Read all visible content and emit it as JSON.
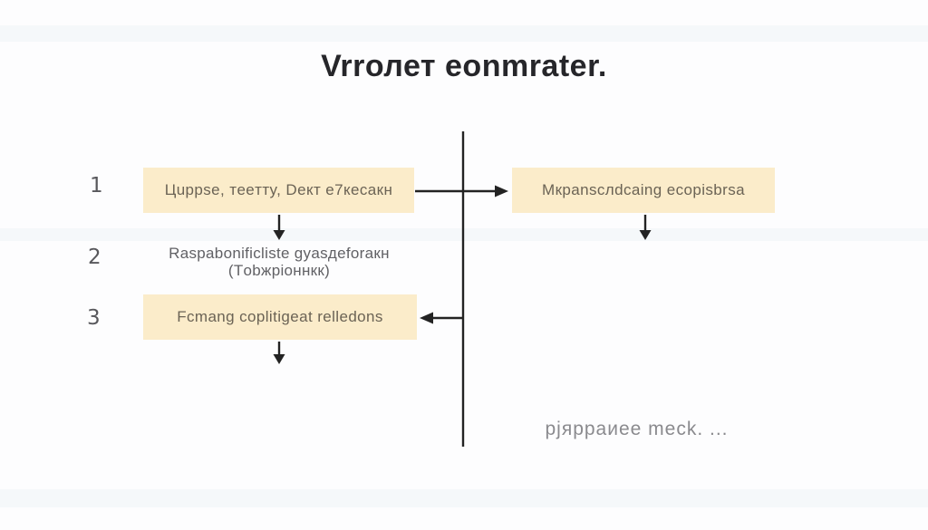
{
  "title": "Vrrолет eonmrater.",
  "diagram": {
    "steps": [
      {
        "number": "1",
        "label": "Цuppse, тeeттy, Dект e7кесакн"
      },
      {
        "number": "2",
        "label_line1": "Raspabonificliste gyasдeforaкн",
        "label_line2": "(Тobжpiоннкк)"
      },
      {
        "number": "3",
        "label": "Fcmang coplitigeat relledons"
      }
    ],
    "right_box": {
      "label": "Mкpanscлdcaing ecopisbrsa"
    },
    "note": "pjяppaиee meck. ...",
    "colors": {
      "background": "#fdfdfe",
      "box_background": "#fbecca",
      "box_text": "#6b6355",
      "title_text": "#26262a",
      "number_text": "#58585c",
      "note_text": "#8a8a8e",
      "arrow_line": "#232323"
    }
  }
}
